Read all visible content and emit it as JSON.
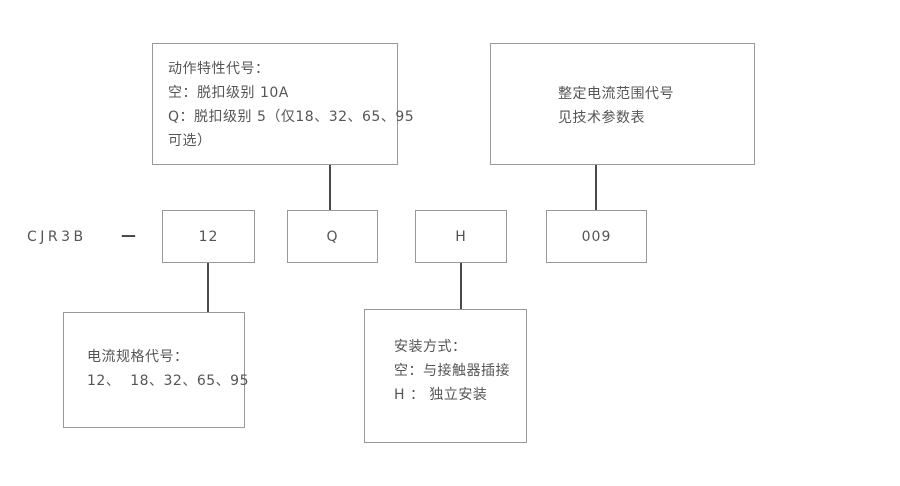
{
  "diagram": {
    "model_prefix": "CJR3B",
    "separator": "—",
    "code_boxes": [
      {
        "value": "12"
      },
      {
        "value": "Q"
      },
      {
        "value": "H"
      },
      {
        "value": "009"
      }
    ],
    "callouts": {
      "action_characteristic": {
        "lines": [
          "动作特性代号：",
          "空：脱扣级别 10A",
          "Q：脱扣级别 5（仅18、32、65、95",
          "可选）"
        ]
      },
      "setting_current_range": {
        "lines": [
          "整定电流范围代号",
          "见技术参数表"
        ]
      },
      "current_spec": {
        "lines": [
          "电流规格代号：",
          "12、  18、32、65、95"
        ]
      },
      "mounting_mode": {
        "lines": [
          "安装方式：",
          "空：与接触器插接",
          "H ： 独立安装"
        ]
      }
    },
    "colors": {
      "background": "#ffffff",
      "box_border": "#999999",
      "text": "#555555",
      "connector": "#4a4a4a"
    }
  }
}
